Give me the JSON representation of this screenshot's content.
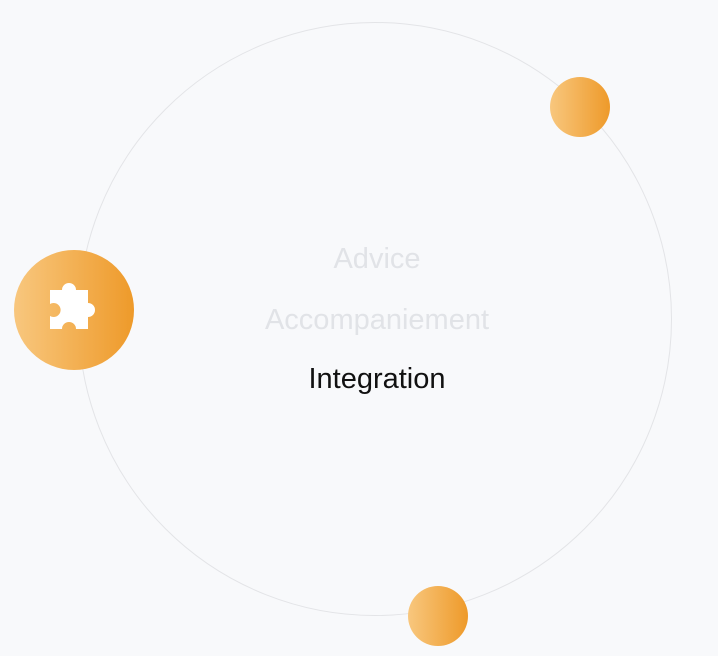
{
  "carousel": {
    "items": [
      {
        "label": "Advice",
        "active": false
      },
      {
        "label": "Accompaniement",
        "active": false
      },
      {
        "label": "Integration",
        "active": true
      }
    ],
    "active_icon": "puzzle-piece-icon"
  },
  "colors": {
    "node_gradient_start": "#f8c77e",
    "node_gradient_end": "#ee9a2a",
    "inactive_label": "#e1e3e7",
    "active_label": "#111111",
    "ring": "#e3e4e7",
    "background": "#f8f9fb"
  }
}
